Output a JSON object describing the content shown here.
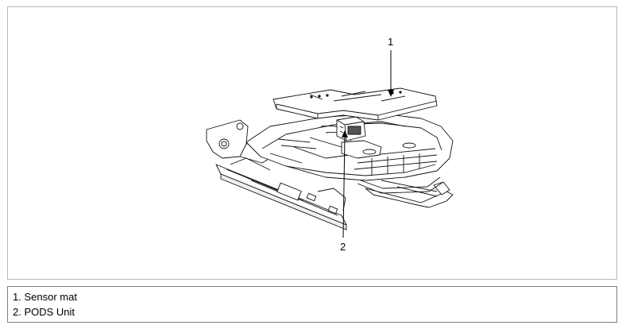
{
  "diagram": {
    "callouts": [
      {
        "number": "1"
      },
      {
        "number": "2"
      }
    ]
  },
  "legend": {
    "items": [
      "1. Sensor mat",
      "2. PODS Unit"
    ]
  }
}
